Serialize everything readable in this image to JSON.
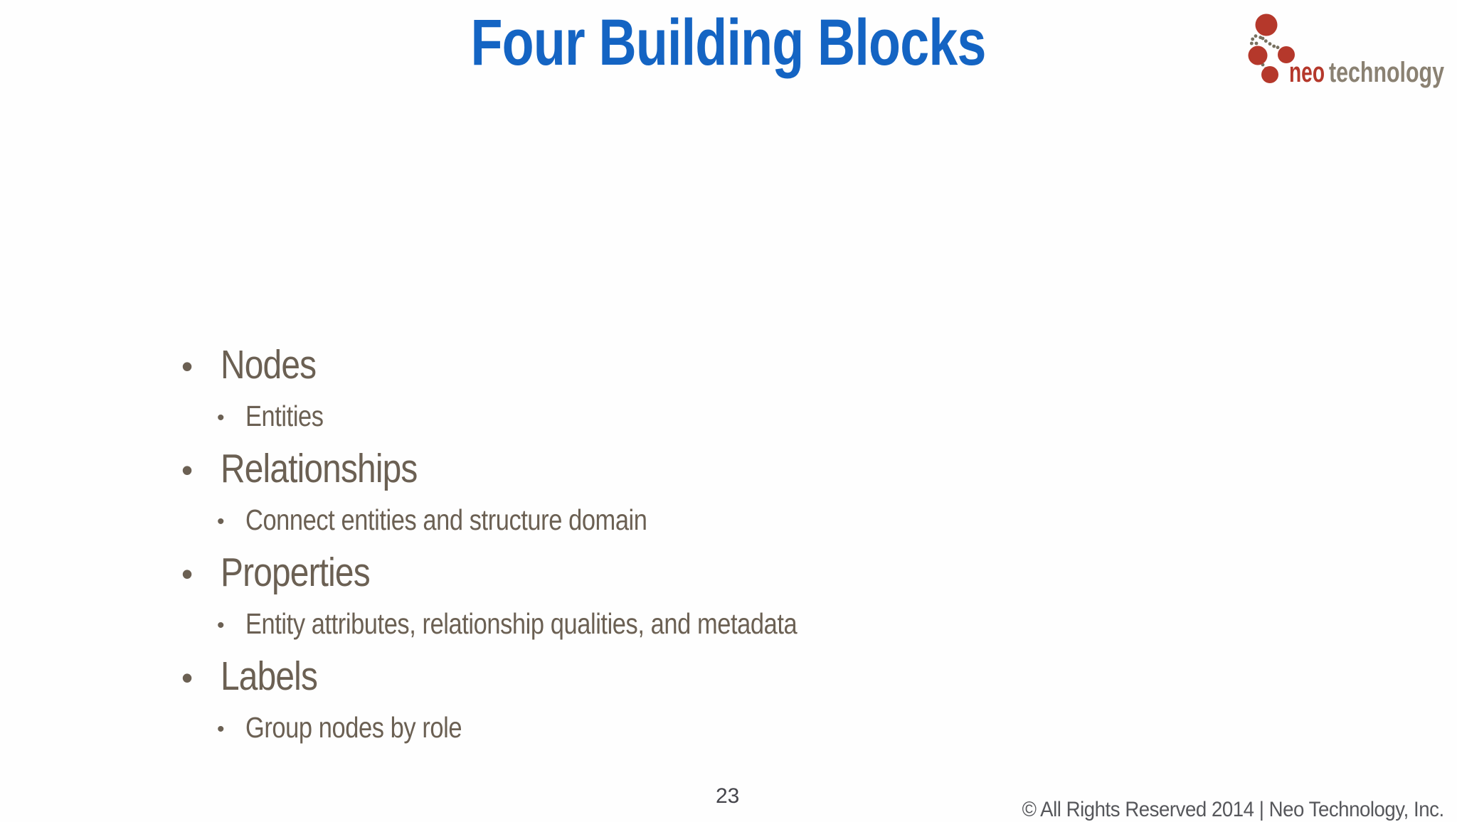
{
  "slide": {
    "title": "Four Building Blocks",
    "title_color": "#1464c3",
    "body_text_color": "#6b6053",
    "bullets": [
      {
        "label": "Nodes",
        "sub": "Entities"
      },
      {
        "label": "Relationships",
        "sub": "Connect entities and structure domain"
      },
      {
        "label": "Properties",
        "sub": "Entity attributes, relationship qualities, and metadata"
      },
      {
        "label": "Labels",
        "sub": "Group nodes by role"
      }
    ],
    "bullet_glyph": "•",
    "page_number": "23",
    "footer": "© All Rights Reserved 2014 | Neo Technology, Inc.",
    "logo": {
      "word_primary": "neo",
      "word_secondary": "technology",
      "red": "#b5382b",
      "text_gray": "#8a8172",
      "dot_gray": "#77705f"
    }
  }
}
